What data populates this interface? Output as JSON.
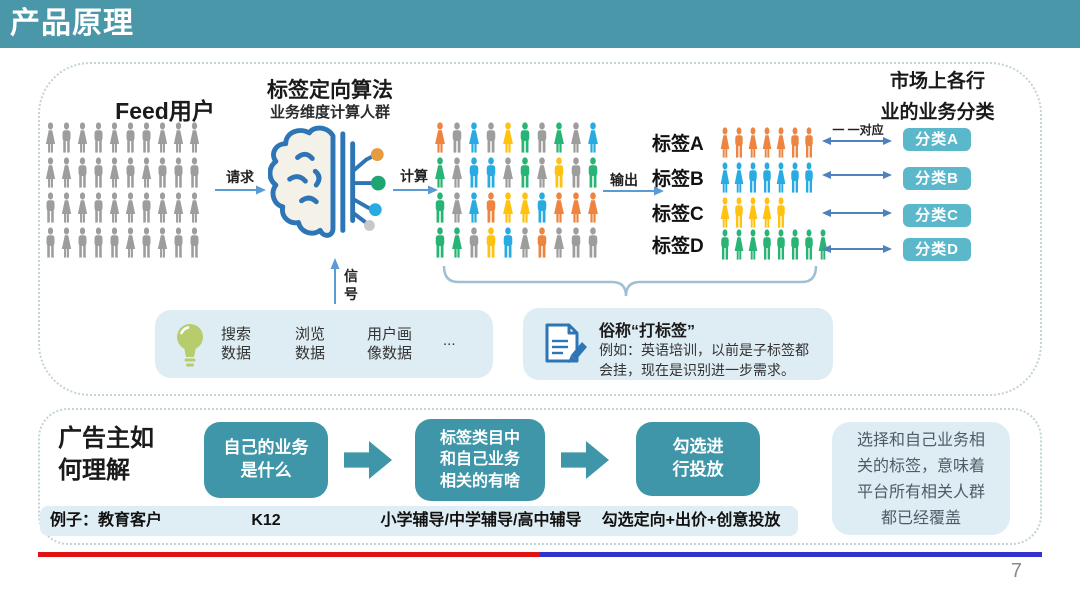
{
  "header": {
    "title": "产品原理"
  },
  "top": {
    "feed_title": "Feed用户",
    "algo_title": "标签定向算法",
    "algo_subtitle": "业务维度计算人群",
    "request_label": "请求",
    "compute_label": "计算",
    "output_label": "输出",
    "signal_label": "信\n号",
    "mapping_label": "一 一对应",
    "market_title": "市场上各行\n业的业务分类",
    "feed_crowd": [
      [
        "gray-f",
        "gray-m",
        "gray-f",
        "gray-m",
        "gray-f",
        "gray-m",
        "gray-m",
        "gray-f",
        "gray-f",
        "gray-f"
      ],
      [
        "gray-f",
        "gray-f",
        "gray-m",
        "gray-m",
        "gray-f",
        "gray-m",
        "gray-f",
        "gray-m",
        "gray-m",
        "gray-m"
      ],
      [
        "gray-m",
        "gray-f",
        "gray-f",
        "gray-m",
        "gray-f",
        "gray-f",
        "gray-m",
        "gray-f",
        "gray-f",
        "gray-f"
      ],
      [
        "gray-m",
        "gray-f",
        "gray-m",
        "gray-m",
        "gray-m",
        "gray-f",
        "gray-m",
        "gray-f",
        "gray-m",
        "gray-m"
      ]
    ],
    "computed_crowd": [
      [
        "orange-f",
        "gray-m",
        "blue-f",
        "gray-m",
        "yellow-f",
        "green-m",
        "gray-m",
        "green-f",
        "gray-f",
        "blue-f"
      ],
      [
        "green-f",
        "gray-f",
        "blue-m",
        "blue-m",
        "gray-f",
        "green-m",
        "gray-f",
        "yellow-m",
        "gray-m",
        "green-m"
      ],
      [
        "green-m",
        "gray-f",
        "blue-f",
        "orange-m",
        "yellow-f",
        "yellow-f",
        "blue-m",
        "orange-f",
        "orange-f",
        "orange-f"
      ],
      [
        "green-m",
        "green-f",
        "gray-m",
        "yellow-m",
        "blue-m",
        "gray-f",
        "orange-m",
        "gray-f",
        "gray-m",
        "gray-m"
      ]
    ],
    "tags": [
      {
        "label": "标签A",
        "color": "orange",
        "people": [
          "f",
          "m",
          "f",
          "f",
          "f",
          "m",
          "m"
        ]
      },
      {
        "label": "标签B",
        "color": "blue",
        "people": [
          "f",
          "f",
          "m",
          "m",
          "f",
          "m",
          "m"
        ]
      },
      {
        "label": "标签C",
        "color": "yellow",
        "people": [
          "f",
          "m",
          "f",
          "f",
          "m"
        ]
      },
      {
        "label": "标签D",
        "color": "green",
        "people": [
          "m",
          "f",
          "f",
          "m",
          "m",
          "m",
          "m",
          "f"
        ]
      }
    ],
    "categories": [
      "分类A",
      "分类B",
      "分类C",
      "分类D"
    ],
    "signals_box": {
      "items": [
        "搜索\n数据",
        "浏览\n数据",
        "用户画\n像数据",
        "..."
      ]
    },
    "note_box": {
      "title": "俗称“打标签”",
      "body": "例如：英语培训，以前是子标签都\n会挂，现在是识别进一步需求。"
    }
  },
  "bottom": {
    "title": "广告主如\n何理解",
    "steps": [
      "自己的业务\n是什么",
      "标签类目中\n和自己业务\n相关的有啥",
      "勾选进\n行投放"
    ],
    "note": "选择和自己业务相\n关的标签，意味着\n平台所有相关人群\n都已经覆盖",
    "example_row": [
      "例子：教育客户",
      "K12",
      "小学辅导/中学辅导/高中辅导",
      "勾选定向+出价+创意投放"
    ]
  },
  "footer": {
    "page": "7"
  },
  "palette": {
    "gray": "#9D9D9D",
    "orange": "#ED8440",
    "blue": "#29ABE2",
    "yellow": "#FFC210",
    "green": "#27B474",
    "teal_header": "#4A97A9",
    "teal_button": "#5BB8CB",
    "teal_dark": "#3F96A8",
    "light_box": "#DEEDF3",
    "arrow_blue": "#5B9BD5",
    "double_arrow": "#4F81BD",
    "line_red": "#E01212",
    "line_blue": "#3232CC"
  }
}
